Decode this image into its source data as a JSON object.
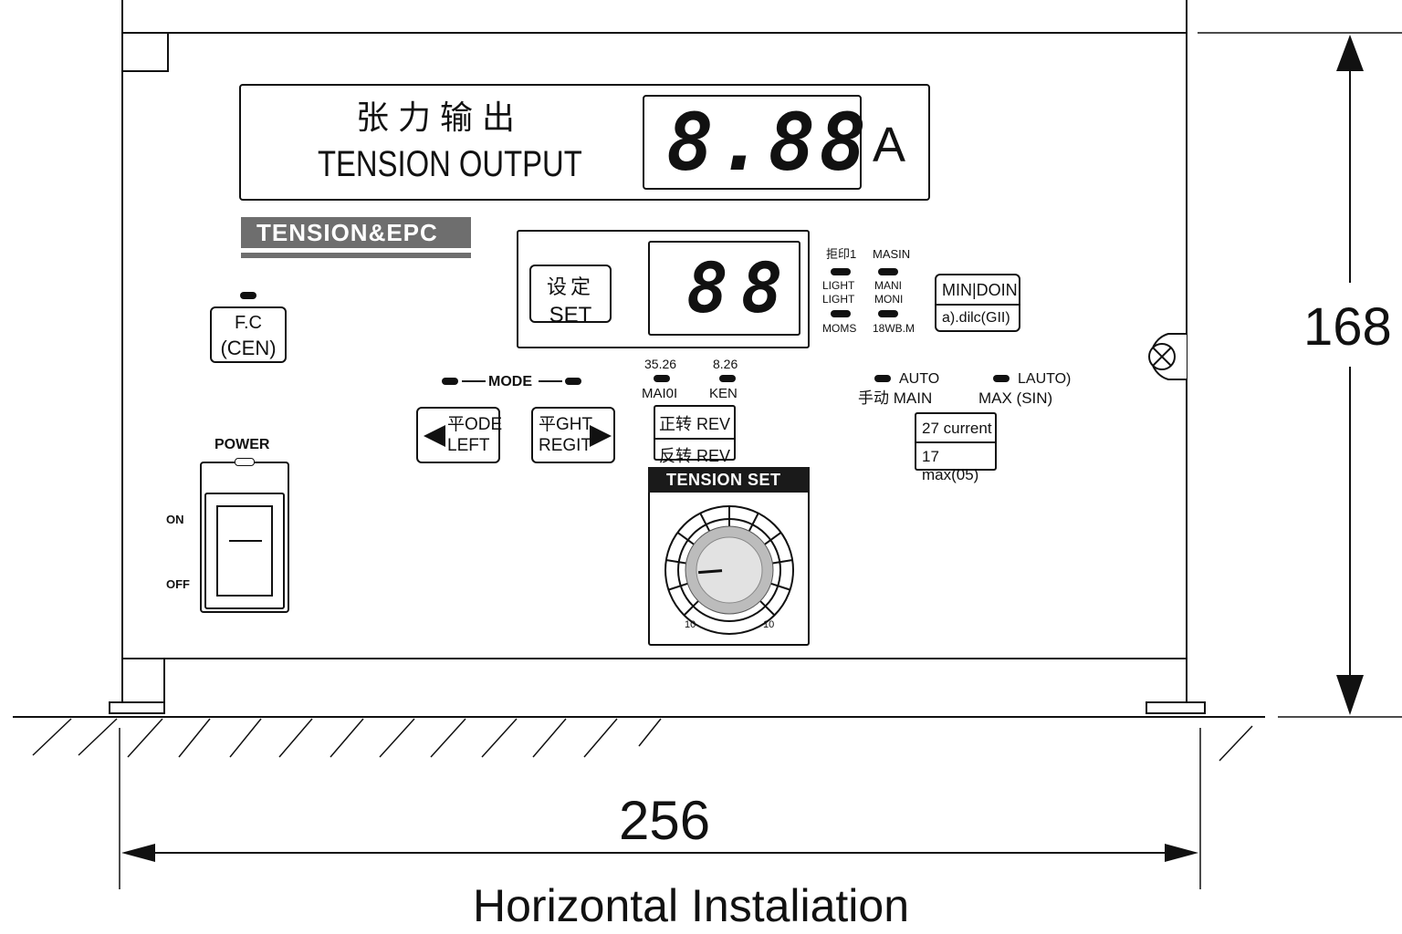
{
  "display": {
    "title_cn": "张力输出",
    "title_en": "TENSION OUTPUT",
    "value": "8.88",
    "unit": "A"
  },
  "brand": {
    "label": "TENSION&EPC"
  },
  "set_panel": {
    "button_cn": "设定",
    "button_en": "SET",
    "value": "88",
    "indicators": [
      {
        "top": "拒印1",
        "label": "LIGHT",
        "bottom": "LIGHT"
      },
      {
        "top": "MASIN",
        "label": "MANI",
        "bottom": "MONI"
      }
    ],
    "indicator_bottom": [
      "MOMS",
      "18WB.M"
    ],
    "min_button": {
      "line1": "MIN|DOIN",
      "line2": "a).dilc(GII)"
    }
  },
  "cen_button": {
    "line1": "F.C",
    "line2": "(CEN)"
  },
  "mode": {
    "label": "MODE",
    "left_button": {
      "line1": "平ODE",
      "line2": "LEFT"
    },
    "right_button": {
      "line1": "平GHT",
      "line2": "REGIT"
    }
  },
  "direction": {
    "led1_top": "35.26",
    "led1_bottom": "MAI0I",
    "led2_top": "8.26",
    "led2_bottom": "KEN",
    "button_line1": "正转 REV",
    "button_line2": "反转 REV"
  },
  "auto_mode": {
    "led1_label": "AUTO",
    "led1_sub": "手动 MAIN",
    "led2_label": "LAUTO)",
    "led2_sub": "MAX (SIN)",
    "button_line1": "27 current",
    "button_line2": "17 max(05)"
  },
  "power": {
    "label": "POWER",
    "on": "ON",
    "off": "OFF"
  },
  "knob": {
    "title": "TENSION SET",
    "min": "10",
    "max": "10",
    "level": 0.15
  },
  "dimensions": {
    "height": "168",
    "width": "256",
    "caption": "Horizontal Instaliation"
  }
}
